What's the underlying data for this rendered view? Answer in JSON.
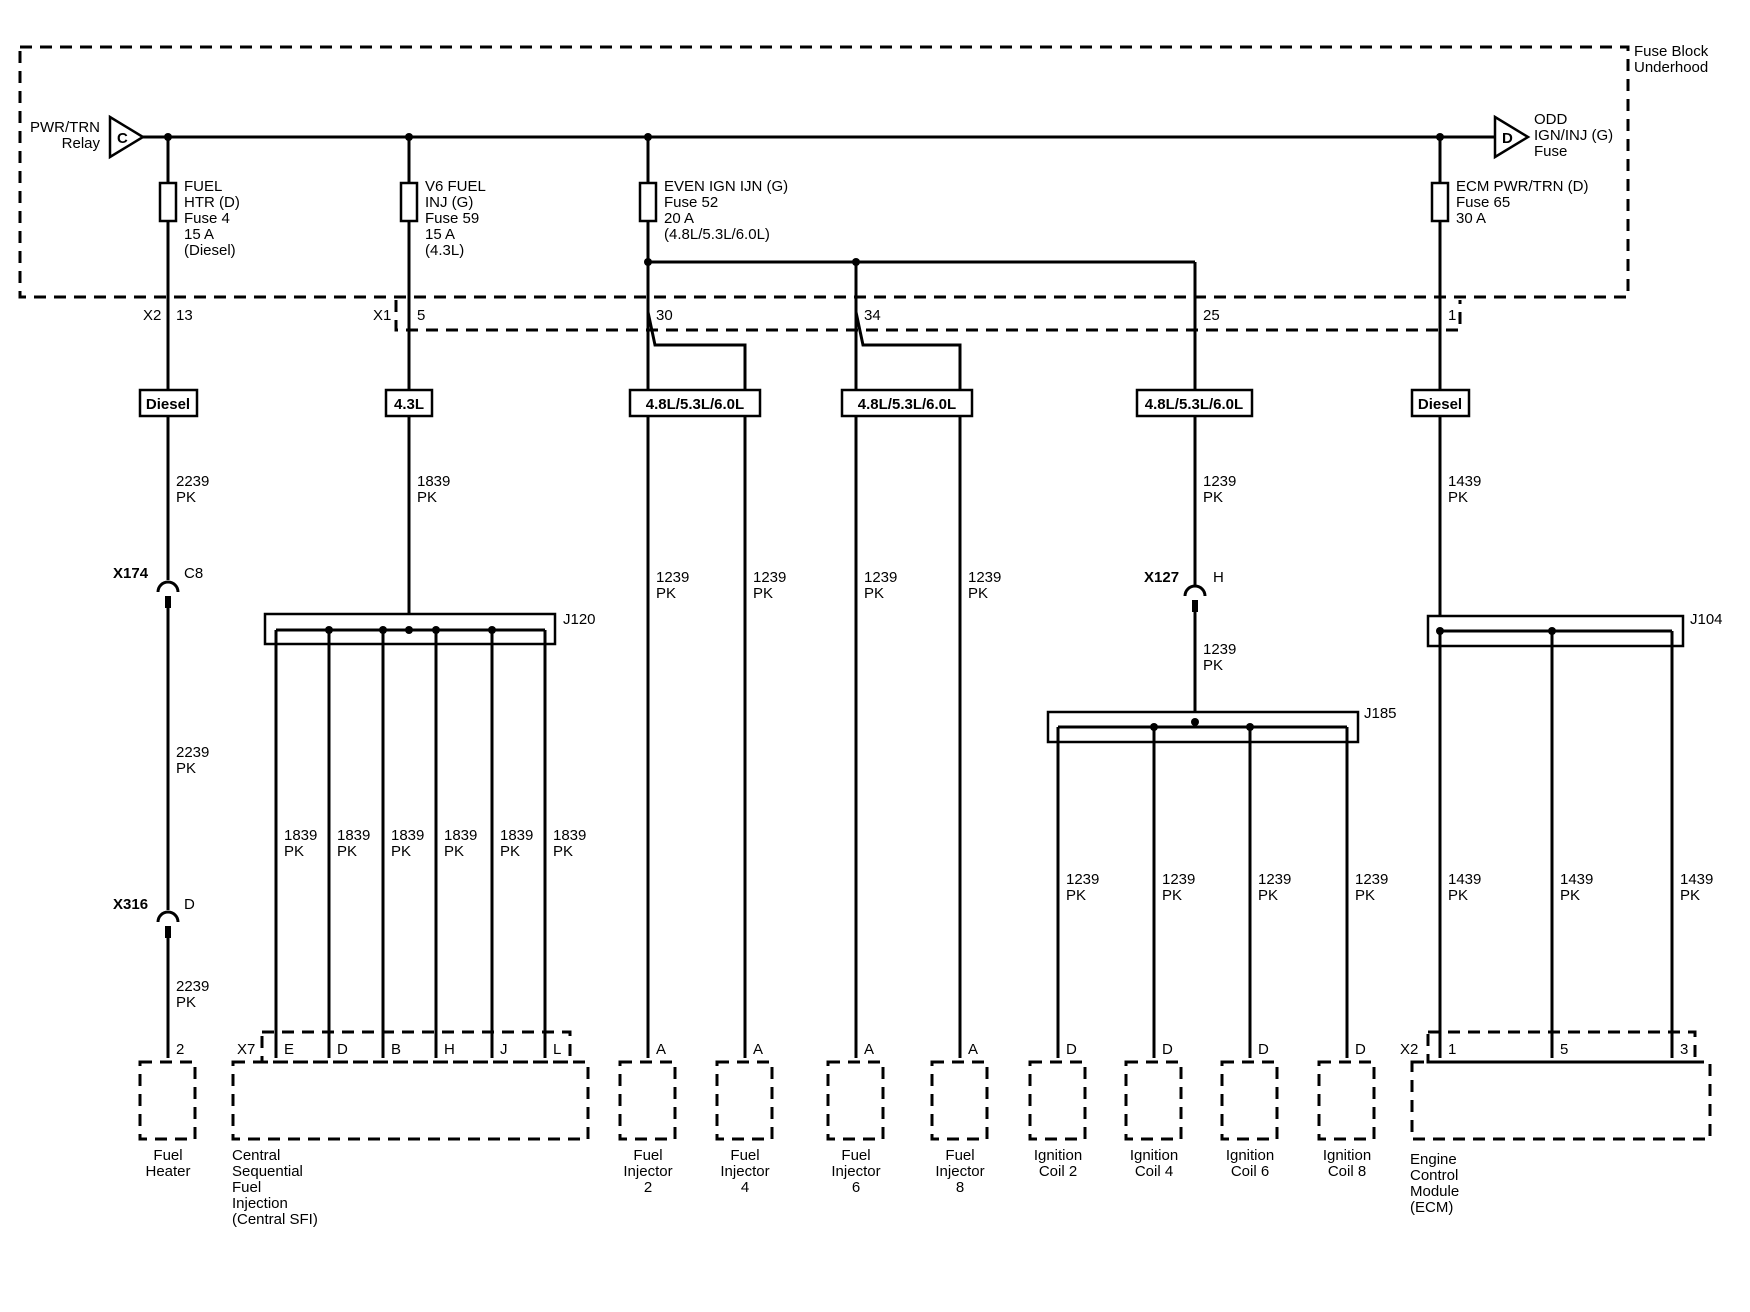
{
  "fuse_block": {
    "title_1": "Fuse Block",
    "title_2": "Underhood",
    "left_source_1": "PWR/TRN",
    "left_source_2": "Relay",
    "left_source_letter": "C",
    "right_source_1": "ODD",
    "right_source_2": "IGN/INJ (G)",
    "right_source_3": "Fuse",
    "right_source_letter": "D"
  },
  "fuses": [
    {
      "lines": [
        "FUEL",
        "HTR (D)",
        "Fuse 4",
        "15 A",
        "(Diesel)"
      ]
    },
    {
      "lines": [
        "V6 FUEL",
        "INJ (G)",
        "Fuse 59",
        "15 A",
        "(4.3L)"
      ]
    },
    {
      "lines": [
        "EVEN IGN IJN (G)",
        "Fuse 52",
        "20 A",
        "(4.8L/5.3L/6.0L)"
      ]
    },
    {
      "lines": [
        "ECM PWR/TRN (D)",
        "Fuse 65",
        "30 A"
      ]
    }
  ],
  "connectors": {
    "x2": "X2",
    "x2_pin": "13",
    "x1": "X1",
    "x1_pin_a": "5",
    "x1_pin_b": "30",
    "x1_pin_c": "34",
    "x1_pin_d": "25",
    "x1_pin_e": "1"
  },
  "options": {
    "diesel": "Diesel",
    "v6": "4.3L",
    "v8": "4.8L/5.3L/6.0L"
  },
  "wire_labels": {
    "w2239": "2239",
    "w1839": "1839",
    "w1239": "1239",
    "w1439": "1439",
    "pk": "PK"
  },
  "inline": {
    "x174": "X174",
    "x174_pin": "C8",
    "x316": "X316",
    "x316_pin": "D",
    "x127": "X127",
    "x127_pin": "H"
  },
  "splices": {
    "j120": "J120",
    "j185": "J185",
    "j104": "J104"
  },
  "comp_connectors": {
    "x7": "X7",
    "x2": "X2"
  },
  "pins": {
    "heater": "2",
    "sfi": [
      "E",
      "D",
      "B",
      "H",
      "J",
      "L"
    ],
    "a": "A",
    "d": "D",
    "ecm": [
      "1",
      "5",
      "3"
    ]
  },
  "components": {
    "fuel_heater": [
      "Fuel",
      "Heater"
    ],
    "central_sfi": [
      "Central",
      "Sequential",
      "Fuel",
      "Injection",
      "(Central SFI)"
    ],
    "injector_2": [
      "Fuel",
      "Injector",
      "2"
    ],
    "injector_4": [
      "Fuel",
      "Injector",
      "4"
    ],
    "injector_6": [
      "Fuel",
      "Injector",
      "6"
    ],
    "injector_8": [
      "Fuel",
      "Injector",
      "8"
    ],
    "coil_2": [
      "Ignition",
      "Coil 2"
    ],
    "coil_4": [
      "Ignition",
      "Coil 4"
    ],
    "coil_6": [
      "Ignition",
      "Coil 6"
    ],
    "coil_8": [
      "Ignition",
      "Coil 8"
    ],
    "ecm": [
      "Engine",
      "Control",
      "Module",
      "(ECM)"
    ]
  }
}
